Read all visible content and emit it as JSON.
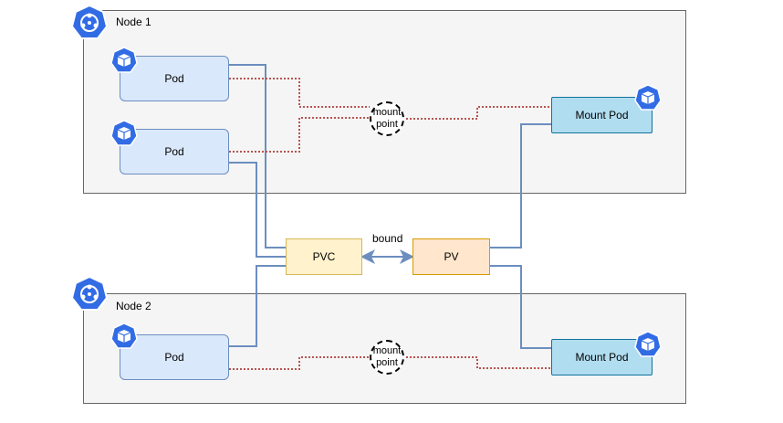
{
  "node1": {
    "label": "Node 1"
  },
  "node2": {
    "label": "Node 2"
  },
  "pods": {
    "pod1": "Pod",
    "pod2": "Pod",
    "pod3": "Pod"
  },
  "mount_pods": {
    "mp1": "Mount Pod",
    "mp2": "Mount Pod"
  },
  "volumes": {
    "pvc": "PVC",
    "pv": "PV",
    "bound": "bound"
  },
  "mount_points": {
    "mp1_line1": "mount",
    "mp1_line2": "point",
    "mp2_line1": "mount",
    "mp2_line2": "point"
  },
  "colors": {
    "connector": "#6c8ebf",
    "dotted": "#b85450",
    "k8s_blue": "#326ce5"
  }
}
